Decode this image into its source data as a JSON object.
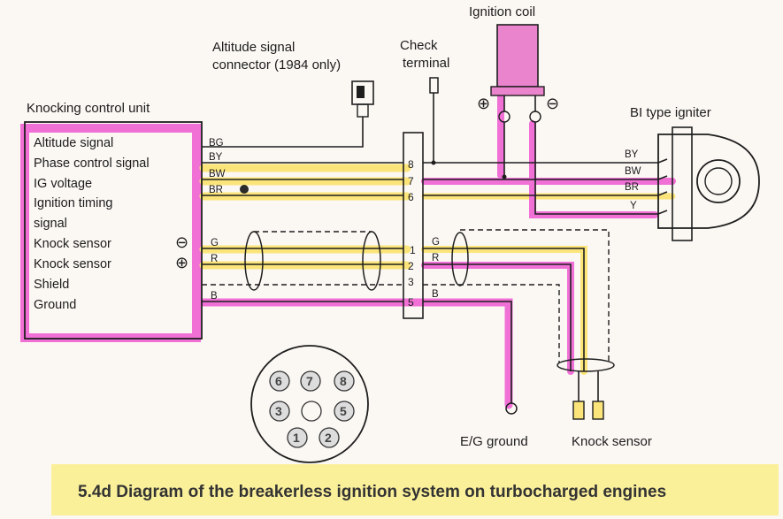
{
  "labels": {
    "ignition_coil": "Ignition coil",
    "altitude_connector": [
      "Altitude signal",
      "connector (1984 only)"
    ],
    "check_terminal": [
      "Check",
      "terminal"
    ],
    "knocking_unit": "Knocking control unit",
    "bi_igniter": "BI type igniter",
    "eg_ground": "E/G ground",
    "knock_sensor_bottom": "Knock sensor",
    "plus": "⊕",
    "minus": "⊖"
  },
  "unit_rows": [
    "Altitude signal",
    "Phase control signal",
    "IG voltage",
    "Ignition timing",
    "signal",
    "Knock sensor",
    "Knock sensor",
    "Shield",
    "Ground"
  ],
  "unit_symbols": {
    "minus": "⊖",
    "plus": "⊕"
  },
  "left_wire_codes": [
    "BG",
    "BY",
    "BW",
    "BR",
    "G",
    "R",
    "B"
  ],
  "mid_wire_codes": [
    "G",
    "R",
    "B"
  ],
  "connector_pins": [
    "8",
    "7",
    "6",
    "1",
    "2",
    "3",
    "5"
  ],
  "igniter_codes": [
    "BY",
    "BW",
    "BR",
    "Y"
  ],
  "plug_pins": [
    "6",
    "7",
    "8",
    "3",
    "5",
    "1",
    "2"
  ],
  "caption": "5.4d  Diagram of the breakerless ignition system on turbocharged engines",
  "colors": {
    "highlight_pink": "#f070d6",
    "highlight_yellow": "#fbe57a",
    "ink": "#1e1e1e"
  }
}
